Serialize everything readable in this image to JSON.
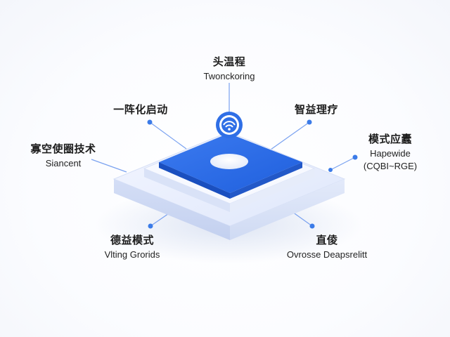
{
  "callouts": {
    "top": {
      "zh": "头温程",
      "en": "Twonckoring"
    },
    "upper_left": {
      "zh": "一阵化启动",
      "en": ""
    },
    "upper_right": {
      "zh": "智益理疗",
      "en": ""
    },
    "left": {
      "zh": "寡空使圈技术",
      "en": "Siancent"
    },
    "right": {
      "zh": "模式应蠹",
      "en": "Hapewide",
      "en2": "(CQBI~RGE)"
    },
    "bottom_left": {
      "zh": "德益模式",
      "en": "Vlting Grorids"
    },
    "bottom_right": {
      "zh": "直倰",
      "en": "Ovrosse Deapsrelitt"
    }
  },
  "icons": {
    "top_badge": "wifi-icon"
  },
  "colors": {
    "primary_blue": "#2f6fe6",
    "light_platform": "#e9efff",
    "dot_blue": "#3b7be8",
    "line_blue": "#7aa2f0"
  }
}
